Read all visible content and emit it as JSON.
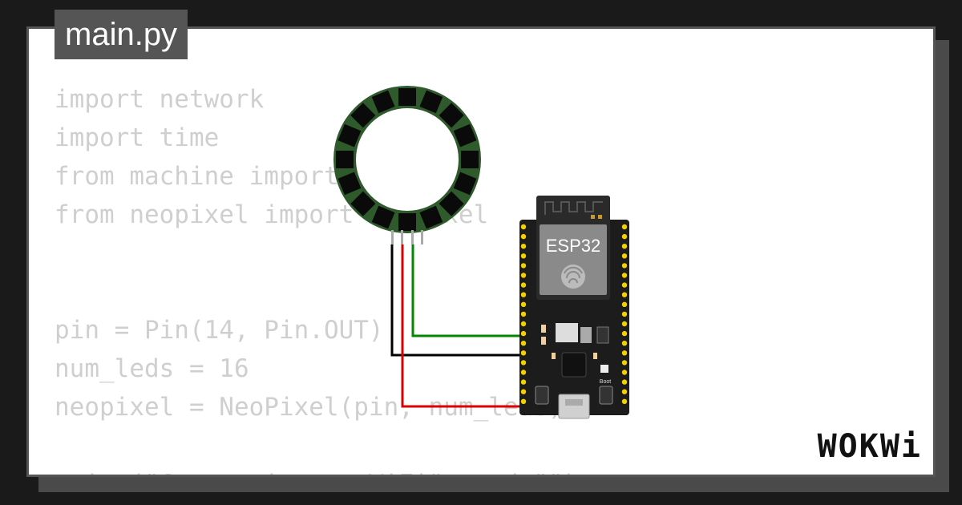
{
  "tab": {
    "filename": "main.py"
  },
  "code": {
    "lines": [
      "import network",
      "import time",
      "from machine import Pin",
      "from neopixel import NeoPixel",
      "",
      "",
      "pin = Pin(14, Pin.OUT)",
      "num_leds = 16",
      "neopixel = NeoPixel(pin, num_leds)",
      "",
      "print(\"Connecting to WiFi\", end=\"\")"
    ]
  },
  "board": {
    "label": "ESP32",
    "boot_label": "Boot"
  },
  "brand": {
    "logo": "WOKWi"
  },
  "colors": {
    "background": "#1a1a1a",
    "card": "#ffffff",
    "tab": "#555555",
    "code_text": "#cfcfcf",
    "led_green": "#3a6a35",
    "wire_green": "#008800",
    "wire_red": "#dd0000",
    "wire_black": "#000000",
    "pin_yellow": "#f5d000"
  },
  "neopixel_ring": {
    "led_count": 16
  }
}
